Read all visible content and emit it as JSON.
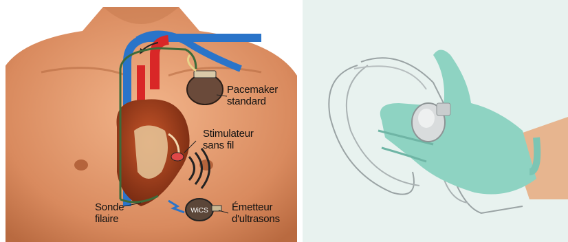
{
  "labels": {
    "pacemaker": [
      "Pacemaker",
      "standard"
    ],
    "stimulateur": [
      "Stimulateur",
      "sans fil"
    ],
    "sonde": [
      "Sonde",
      "filaire"
    ],
    "emetteur": [
      "Émetteur",
      "d'ultrasons"
    ],
    "device_tag": "WiCS"
  }
}
